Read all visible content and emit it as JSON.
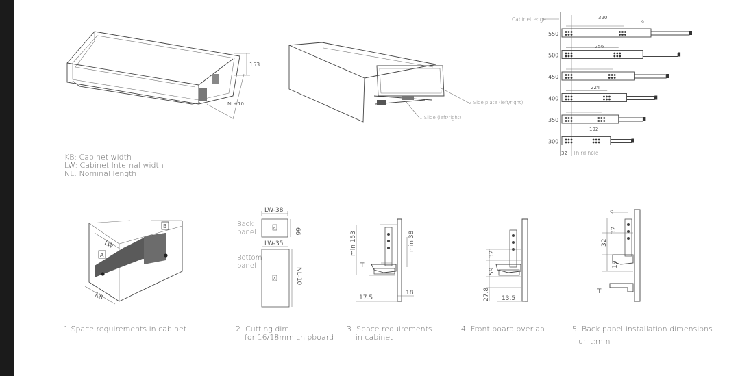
{
  "colors": {
    "frame": "#1b1b1b",
    "sheet": "#ffffff",
    "line": "#444444",
    "text": "#666666",
    "panel_fill": "#5a5a5a"
  },
  "top": {
    "drawer_dim_height": "153",
    "drawer_dim_length": "NL+10",
    "part_side_plate": "2 Side plate (left/right)",
    "part_slide": "1 Slide (left/right)"
  },
  "legend": [
    "KB: Cabinet width",
    "LW: Cabinet Internal width",
    "NL: Nominal length"
  ],
  "slides": {
    "cabinet_edge": "Cabinet edge",
    "lengths": [
      "550",
      "500",
      "450",
      "400",
      "350",
      "300"
    ],
    "dim_320": "320",
    "dim_256": "256",
    "dim_224": "224",
    "dim_192": "192",
    "dim_9": "9",
    "dim_32": "32",
    "third_hole": "Third hole"
  },
  "diagram1": {
    "lw": "LW",
    "kb": "KB",
    "tag_a": "A",
    "tag_b": "B"
  },
  "diagram2": {
    "back_panel": [
      "Back",
      "panel"
    ],
    "bottom_panel": [
      "Bottom",
      "panel"
    ],
    "lw_38": "LW-38",
    "lw_35": "LW-35",
    "h_66": "66",
    "nl_10": "NL-10",
    "tag_b": "B",
    "tag_a": "A"
  },
  "diagram3": {
    "min153": "min 153",
    "min38": "min 38",
    "t": "T",
    "w175": "17.5",
    "w18": "18"
  },
  "diagram4": {
    "h32": "32",
    "h59": "59",
    "h278": "27.8",
    "w135": "13.5"
  },
  "diagram5": {
    "w9": "9",
    "h32a": "32",
    "h32b": "32",
    "h19": "19",
    "t": "T"
  },
  "captions": {
    "c1": "1.Space requirements in cabinet",
    "c2_l1": "2. Cutting dim.",
    "c2_l2": "for 16/18mm chipboard",
    "c3_l1": "3. Space requirements",
    "c3_l2": "in cabinet",
    "c4": "4. Front board overlap",
    "c5": "5. Back panel installation dimensions",
    "unit": "unit:mm"
  }
}
